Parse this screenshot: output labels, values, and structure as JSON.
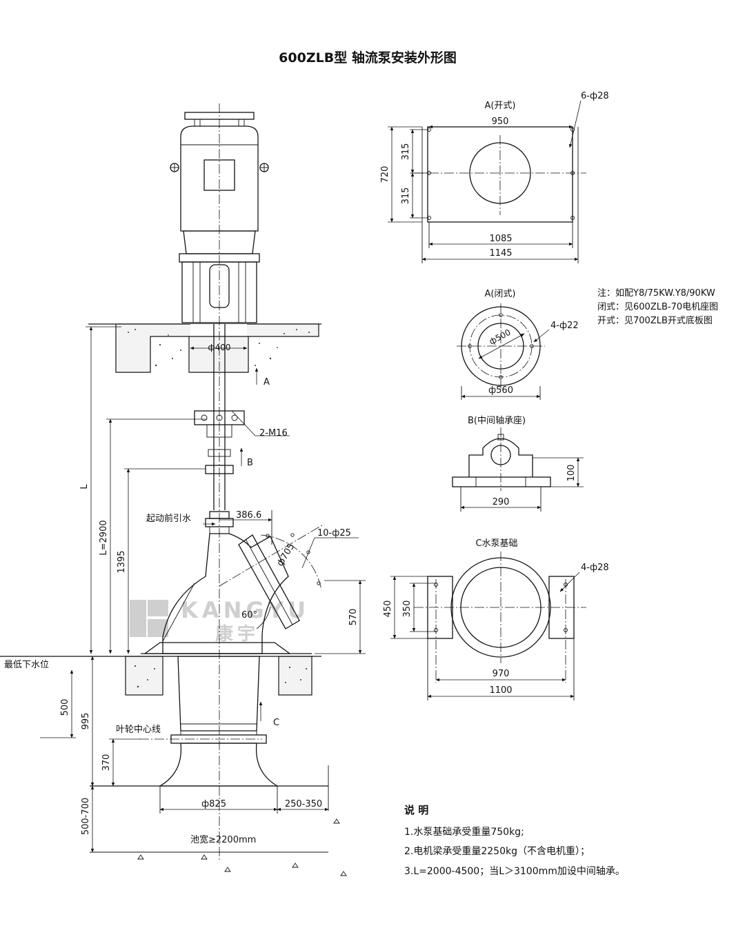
{
  "title": "600ZLB型 轴流泵安装外形图",
  "watermark": {
    "latin": "KANGYU",
    "chinese": "康宇"
  },
  "main_view": {
    "labels": {
      "L": "L",
      "L2900": "L=2900",
      "d1395": "1395",
      "phi400": "ф400",
      "arrowA": "A",
      "arrowB": "B",
      "arrowC": "C",
      "bolt": "2-M16",
      "priming": "起动前引水",
      "d386": "386.6",
      "phi705": "ф705",
      "holes10": "10-ф25",
      "angle": "60°",
      "d570": "570",
      "lowWater": "最低下水位",
      "d500": "500",
      "d995": "995",
      "impeller": "叶轮中心线",
      "d370": "370",
      "phi825": "ф825",
      "d250_350": "250-350",
      "d500_700": "500-700",
      "poolWidth": "池宽≥2200mm"
    }
  },
  "view_a_open": {
    "title": "A(开式)",
    "holes": "6-ф28",
    "d950": "950",
    "d315a": "315",
    "d315b": "315",
    "d720": "720",
    "d1085": "1085",
    "d1145": "1145"
  },
  "note": {
    "line1": "注：如配Y8/75KW.Y8/90KW",
    "line2": "闭式：见600ZLB-70电机座图",
    "line3": "开式：见700ZLB开式底板图"
  },
  "view_a_closed": {
    "title": "A(闭式)",
    "phi500": "ф500",
    "holes": "4-ф22",
    "phi560": "ф560"
  },
  "view_b": {
    "title": "B(中间轴承座)",
    "d100": "100",
    "d290": "290"
  },
  "view_c": {
    "title": "C水泵基础",
    "holes": "4-ф28",
    "d450": "450",
    "d350": "350",
    "d970": "970",
    "d1100": "1100"
  },
  "remarks": {
    "heading": "说 明",
    "items": [
      "1.水泵基础承受重量750kg;",
      "2.电机梁承受重量2250kg（不含电机重）；",
      "3.L=2000-4500；当L＞3100mm加设中间轴承。"
    ]
  }
}
